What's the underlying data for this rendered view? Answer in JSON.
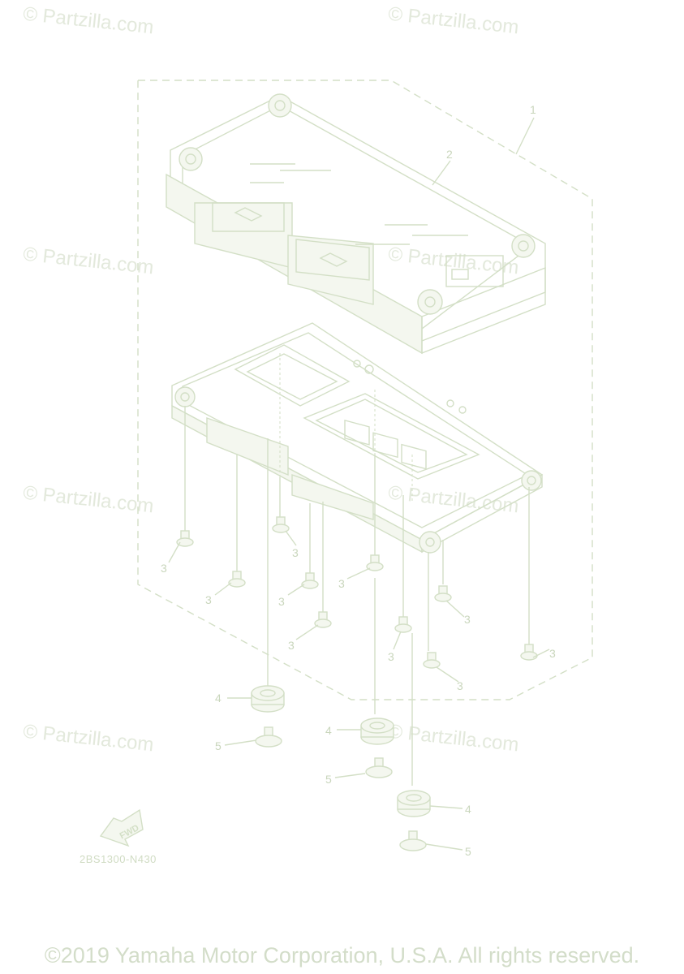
{
  "watermark": "© Partzilla.com",
  "callouts": [
    "1",
    "2",
    "3",
    "3",
    "3",
    "3",
    "3",
    "3",
    "3",
    "3",
    "3",
    "3",
    "4",
    "4",
    "4",
    "5",
    "5",
    "5"
  ],
  "fwd_label": "FWD",
  "diagram_code": "2BS1300-N430",
  "copyright": "©2019 Yamaha Motor Corporation, U.S.A. All rights reserved."
}
